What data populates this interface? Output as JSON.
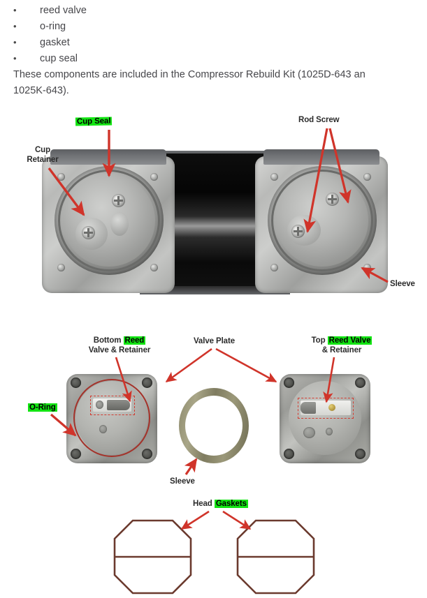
{
  "document": {
    "bullets": [
      {
        "marker": "•",
        "label": "reed valve"
      },
      {
        "marker": "•",
        "label": "o-ring"
      },
      {
        "marker": "•",
        "label": "gasket"
      },
      {
        "marker": "•",
        "label": "cup seal"
      }
    ],
    "paragraph_line1": "These components are included in the Compressor Rebuild Kit (1025D-643 an",
    "paragraph_line2": "1025K-643)."
  },
  "figure1": {
    "labels": {
      "cup_seal": "Cup Seal",
      "cup_retainer_line1": "Cup",
      "cup_retainer_line2": "Retainer",
      "rod_screw": "Rod Screw",
      "sleeve": "Sleeve"
    }
  },
  "figure2": {
    "labels": {
      "bottom_reed_prefix": "Bottom ",
      "bottom_reed_highlight": "Reed",
      "bottom_reed_line2": "Valve & Retainer",
      "valve_plate": "Valve Plate",
      "top_reed_prefix": "Top ",
      "top_reed_highlight": "Reed Valve",
      "top_reed_line2": "& Retainer",
      "o_ring": "O-Ring",
      "sleeve": "Sleeve"
    }
  },
  "figure3": {
    "labels": {
      "head_prefix": "Head ",
      "gaskets_highlight": "Gaskets"
    }
  },
  "colors": {
    "highlight_green": "#13e413",
    "arrow_red": "#d0342a",
    "oring_red": "#a4322a",
    "gasket_brown": "#6b3a2e",
    "text_gray": "#46464a"
  }
}
